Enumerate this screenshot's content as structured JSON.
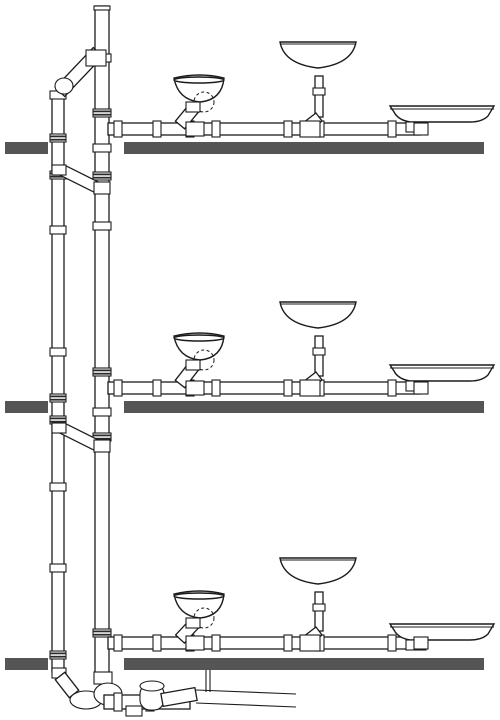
{
  "colors": {
    "background": "#ffffff",
    "line": "#1c1c1c",
    "floor_slab": "#555555",
    "coupling_band": "#2a2a2a"
  },
  "diagram": {
    "floors_count": 3,
    "fixtures_per_floor": [
      "toilet",
      "washbasin",
      "bathtub"
    ],
    "stacks": [
      "soil-stack",
      "vent-stack"
    ],
    "labels": []
  }
}
